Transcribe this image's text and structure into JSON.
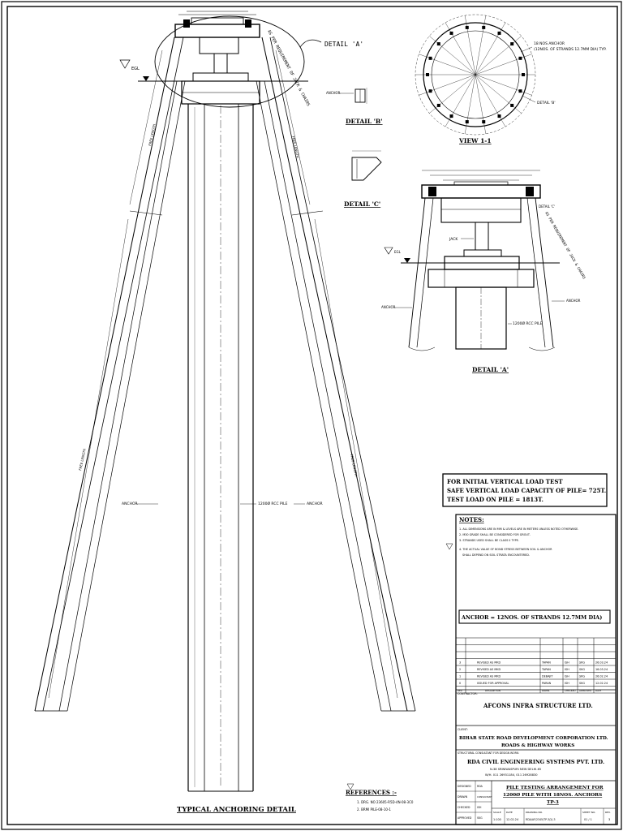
{
  "main_view": {
    "title": "TYPICAL ANCHORING DETAIL",
    "anchor_label": "ANCHOR",
    "pile_label": "1200Ø RCC PILE",
    "egl_label": "EGL",
    "free_length_label": "FREE LENGTH",
    "callout_text": "AS PER REQUIREMENT OF JACK & CHAIRS"
  },
  "detail_a_callout": {
    "label": "DETAIL 'A'"
  },
  "view_11": {
    "title": "VIEW 1-1",
    "note_line1": "18 NOS ANCHOR",
    "note_line2": "(12NOS. OF STRANDS 12.7MM DIA) TYP.",
    "detail_b_ref": "DETAIL 'B'"
  },
  "detail_b": {
    "title": "DETAIL 'B'",
    "anchor_label": "ANCHOR"
  },
  "detail_c": {
    "title": "DETAIL 'C'"
  },
  "detail_a": {
    "title": "DETAIL 'A'",
    "jack_label": "JACK",
    "anchor_label": "ANCHOR",
    "pile_label": "1200Ø RCC PILE",
    "egl_label": "EGL",
    "callout_text": "AS PER REQUIREMENT OF JACK & CHAIRS",
    "detail_c_ref": "DETAIL 'C'"
  },
  "load_box": {
    "line1": "FOR INITIAL VERTICAL LOAD TEST",
    "line2": "SAFE VERTICAL LOAD CAPACITY OF PILE= 725T.",
    "line3": "TEST LOAD ON PILE = 1813T."
  },
  "notes": {
    "heading": "NOTES:",
    "items": [
      "1. ALL DIMENSIONS ARE IN MM & LEVELS ARE IN METERS UNLESS NOTED OTHERWISE.",
      "2. M30 GRADE SHALL BE CONSIDERED FOR GROUT.",
      "3. STRANDS USED SHALL BE CLASS II TYPE.",
      "4. THE ACTUAL VALUE OF BOND STRESS BETWEEN SOIL & ANCHOR",
      "SHALL DEPEND ON SOIL STRATA ENCOUNTERED."
    ]
  },
  "anchor_box": {
    "text": "ANCHOR = 12NOS. OF STRANDS 12.7MM DIA)"
  },
  "revisions": {
    "rows": [
      [
        "3",
        "REVISED AS MKD",
        "TAPAN",
        "ISH",
        "SKG",
        "26.03.24"
      ],
      [
        "2",
        "REVISED AS MKD",
        "TAPAN",
        "ISH",
        "SKG",
        "16.03.24"
      ],
      [
        "1",
        "REVISED AS MKD",
        "DEBAJIT",
        "ISH",
        "SKG",
        "26.02.24"
      ],
      [
        "0",
        "ISSUED FOR APPROVAL",
        "PARAN",
        "ISH",
        "SKG",
        "12.02.24"
      ]
    ],
    "headers": [
      "REV.",
      "DESCRIPTION",
      "DRWN.",
      "CHECKED",
      "APPROVED",
      "DATE"
    ]
  },
  "contractor": {
    "label": "CONTRACTOR:",
    "name": "AFCONS INFRA STRUCTURE LTD."
  },
  "client": {
    "label": "CLIENT:",
    "name1": "BIHAR STATE ROAD DEVELOPMENT CORPORATION LTD.",
    "name2": "ROADS & HIGHWAY WORKS"
  },
  "consultant": {
    "label": "STRUCTURAL CONSULTANT FOR DESIGN WORK:",
    "name": "RDA CIVIL ENGINEERING SYSTEMS PVT. LTD.",
    "address": "N-38 SRINIWASPURI NEW DELHI-65",
    "contact": "W/H. 011 26931184, 011 26928830"
  },
  "drawing_title": {
    "line1": "PILE TESTING ARRANGEMENT FOR",
    "line2": "1200Ø PILE WITH 18NOS. ANCHORS",
    "line3": "TP-3"
  },
  "signatures": [
    {
      "role": "DESIGNED",
      "name": "RDA"
    },
    {
      "role": "DRAWN",
      "name": "CONSULTANT"
    },
    {
      "role": "CHECKED",
      "name": "ISH"
    },
    {
      "role": "APPROVED",
      "name": "SKG"
    }
  ],
  "sheet_info": {
    "scale_label": "SCALE",
    "scale": "1:100",
    "date_label": "DATE",
    "date": "12.02.24",
    "drawing_no_label": "DRAWING NO.",
    "drawing_no": "RDA/AF/2345/TP-3/2/-3",
    "sheet_no_label": "SHEET NO.",
    "sheet_no": "01 / 1",
    "rev_label": "REV.",
    "rev": "3"
  },
  "references": {
    "heading": "REFERENCES :-",
    "items": [
      "1. DRG. NO 23605-R5D-4N-08-3C0",
      "2. BRMI PILE-08-10-1"
    ]
  }
}
